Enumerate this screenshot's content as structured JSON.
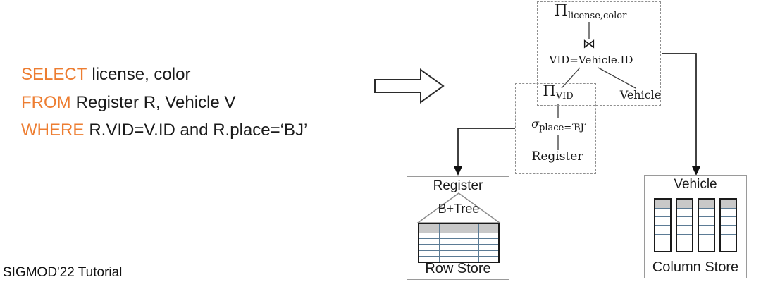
{
  "slide": {
    "footer": "SIGMOD'22 Tutorial"
  },
  "sql": {
    "lines": [
      {
        "keyword": "SELECT",
        "rest": "license, color"
      },
      {
        "keyword": "FROM",
        "rest": "Register R, Vehicle V"
      },
      {
        "keyword": "WHERE",
        "rest": "R.VID=V.ID and R.place=‘BJ’"
      }
    ]
  },
  "plan": {
    "projection_top": {
      "operator": "Π",
      "subscript": "license,color"
    },
    "join": {
      "symbol": "⋈",
      "condition": "VID=Vehicle.ID"
    },
    "projection_vid": {
      "operator": "Π",
      "subscript": "VID"
    },
    "selection": {
      "operator": "σ",
      "subscript": "place=′BJ′"
    },
    "leaf_vehicle": "Vehicle",
    "leaf_register": "Register"
  },
  "row_store": {
    "title": "Register",
    "index_label": "B+Tree",
    "caption": "Row Store"
  },
  "column_store": {
    "title": "Vehicle",
    "caption": "Column Store"
  },
  "colors": {
    "keyword_orange": "#ED7D31",
    "body_text": "#1A1A1A",
    "grid_line_blue": "#5B7B95",
    "header_fill_gray": "#C8C8C8"
  }
}
